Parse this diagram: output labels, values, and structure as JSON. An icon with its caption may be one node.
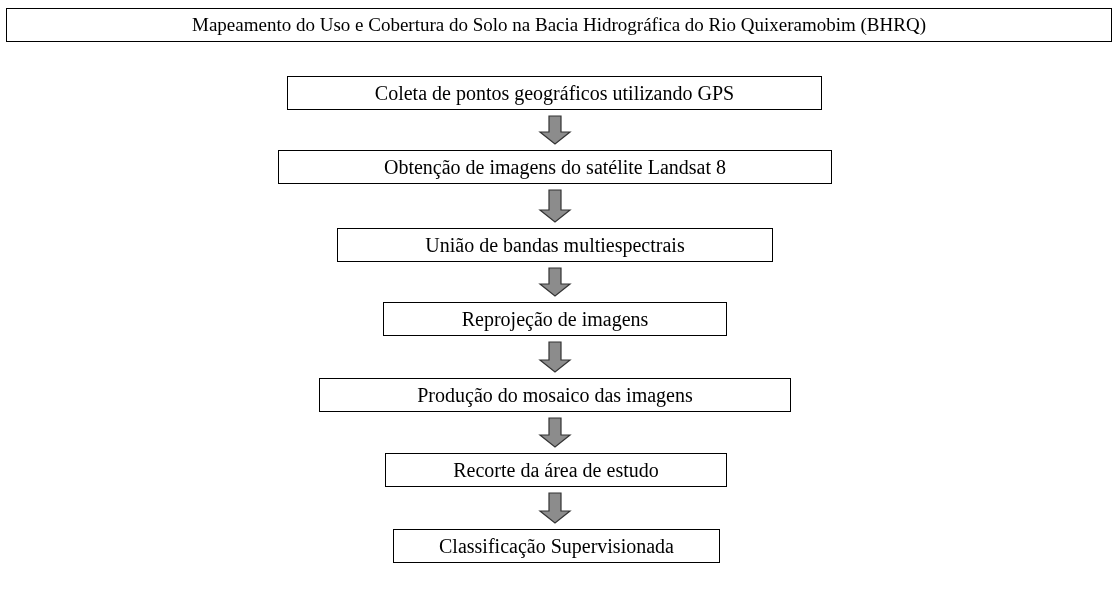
{
  "diagram": {
    "title": "Mapeamento do Uso e Cobertura do Solo na Bacia Hidrográfica do Rio Quixeramobim (BHRQ)",
    "nodes": [
      {
        "text": [
          "Coleta de pontos geográficos utilizando GPS"
        ]
      },
      {
        "text": [
          "Obtenção de imagens do satélite Landsat 8"
        ]
      },
      {
        "text": [
          "União de bandas multiespectrais"
        ]
      },
      {
        "text": [
          "Reprojeção de imagens"
        ]
      },
      {
        "text": [
          "Produção do mosaico das imagens"
        ]
      },
      {
        "text": [
          "Recorte da área de estudo"
        ]
      },
      {
        "text": [
          "Classificação Supervisionada"
        ]
      }
    ],
    "edges": [
      {
        "from": 0,
        "to": 1,
        "arrow": "to"
      },
      {
        "from": 1,
        "to": 2,
        "arrow": "to"
      },
      {
        "from": 2,
        "to": 3,
        "arrow": "to"
      },
      {
        "from": 3,
        "to": 4,
        "arrow": "to"
      },
      {
        "from": 4,
        "to": 5,
        "arrow": "to"
      },
      {
        "from": 5,
        "to": 6,
        "arrow": "to"
      }
    ]
  }
}
